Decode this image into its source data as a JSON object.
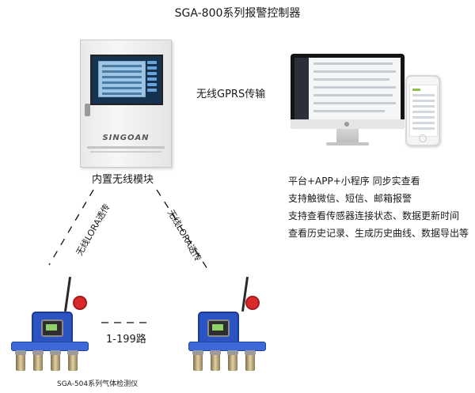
{
  "title": "SGA-800系列报警控制器",
  "controller": {
    "brand": "SINGOAN",
    "caption": "内置无线模块"
  },
  "wireless_label": "无线GPRS传输",
  "features": [
    "平台+APP+小程序 同步实查看",
    "支持触微信、短信、邮箱报警",
    "支持查看传感器连接状态、数据更新时间",
    "查看历史记录、生成历史曲线、数据导出等"
  ],
  "lora_left": "无线LORA透传",
  "lora_right": "无线LORA透传",
  "range_label": "1-199路",
  "detector_caption": "SGA-504系列气体检测仪",
  "colors": {
    "detector_blue": "#2c53c2",
    "alarm_red": "#d9292b"
  }
}
